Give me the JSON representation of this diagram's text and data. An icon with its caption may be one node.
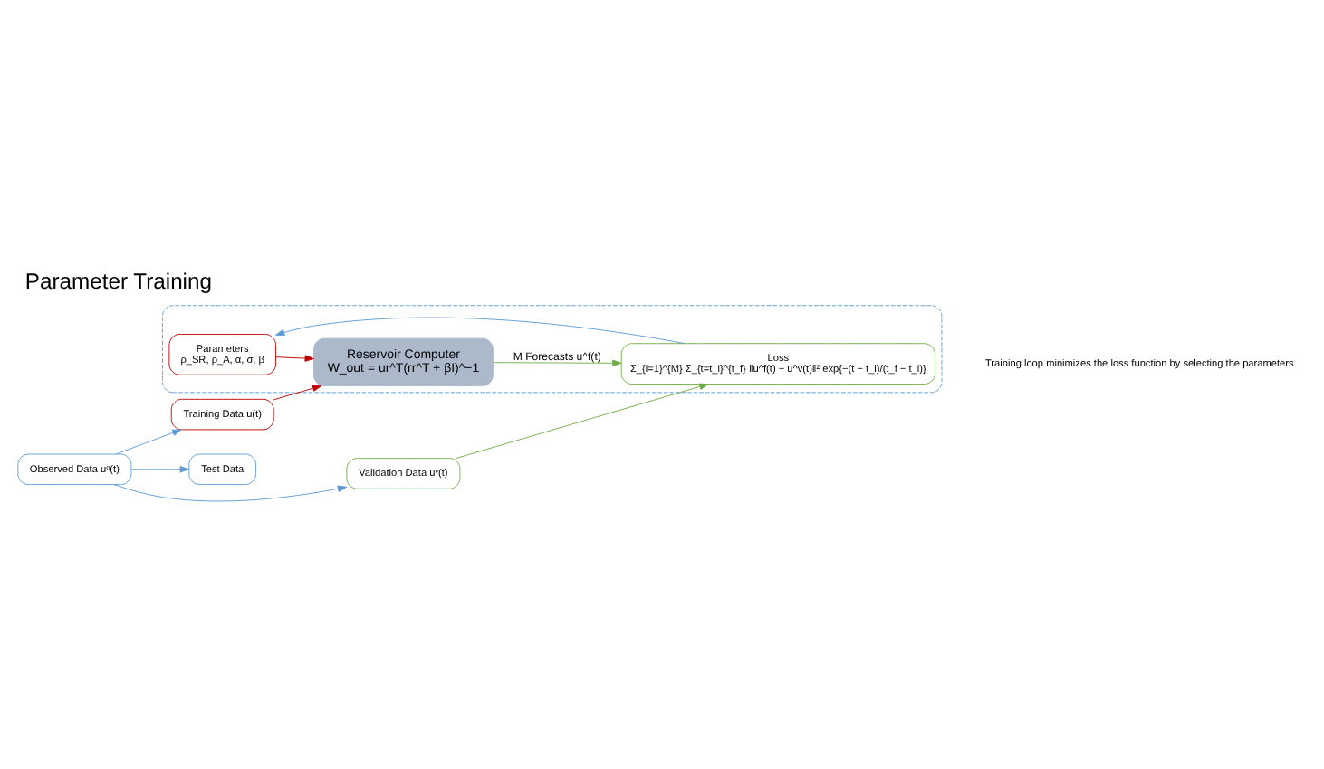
{
  "diagram": {
    "title": "Parameter Training",
    "nodes": [
      {
        "text": [
          "Observed Data uᵒ(t)"
        ]
      },
      {
        "text": [
          "Training Data u(t)"
        ]
      },
      {
        "text": [
          "Validation Data uᵛ(t)"
        ]
      },
      {
        "text": [
          "Test Data"
        ]
      },
      {
        "text": [],
        "shape": "box"
      },
      {
        "text": [
          "Parameters",
          "ρ_SR, ρ_A, α, σ, β"
        ],
        "in": 4
      },
      {
        "text": [
          "Reservoir Computer",
          "W_out = ur^T(rr^T + βI)^−1"
        ],
        "in": 4
      },
      {
        "text": [
          "Loss",
          "Σ_{i=1}^{M} Σ_{t=t_i}^{t_f} ‖u^f(t) − u^v(t)‖² exp{−(t − t_i)/(t_f − t_i)}"
        ],
        "in": 4
      }
    ],
    "edges": [
      {
        "from": 0,
        "to": 1,
        "arrow": "to"
      },
      {
        "from": 0,
        "to": 2,
        "arrow": "to"
      },
      {
        "from": 0,
        "to": 3,
        "arrow": "to"
      },
      {
        "from": 1,
        "to": 6,
        "arrow": "to",
        "color": "#c00000"
      },
      {
        "from": 2,
        "to": 7,
        "arrow": "to",
        "color": "#70ad47"
      },
      {
        "from": 5,
        "to": 6,
        "arrow": "to",
        "color": "#c00000"
      },
      {
        "from": 6,
        "to": 7,
        "arrow": "to",
        "color": "#70ad47",
        "label": "M Forecasts u^f(t)"
      },
      {
        "from": 7,
        "to": 5,
        "arrow": "to"
      }
    ],
    "labels": [
      "Training loop minimizes the loss function by selecting the parameters"
    ]
  }
}
